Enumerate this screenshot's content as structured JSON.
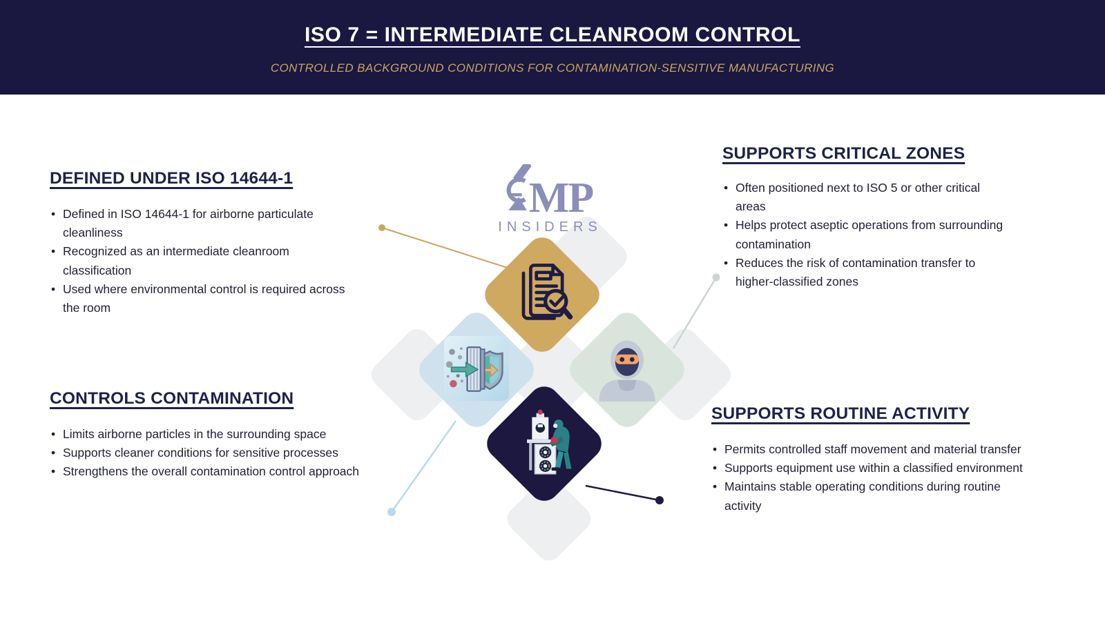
{
  "header": {
    "title": "ISO 7 = INTERMEDIATE CLEANROOM CONTROL",
    "subtitle": "CONTROLLED BACKGROUND CONDITIONS FOR CONTAMINATION-SENSITIVE MANUFACTURING",
    "colors": {
      "background": "#1a1740",
      "title": "#ffffff",
      "subtitle": "#c9a55e"
    }
  },
  "logo": {
    "brand_main": "MP",
    "brand_sub": "INSIDERS",
    "color": "#8b8eb8",
    "icon": "microscope-icon"
  },
  "sections": [
    {
      "title": "DEFINED UNDER ISO 14644-1",
      "bullets": [
        "Defined in ISO 14644-1 for airborne particulate cleanliness",
        "Recognized as an intermediate cleanroom classification",
        "Used where environmental control is required across the room"
      ]
    },
    {
      "title": "SUPPORTS CRITICAL ZONES",
      "bullets": [
        "Often positioned next to ISO 5 or other critical areas",
        "Helps protect aseptic operations from surrounding contamination",
        "Reduces the risk of contamination transfer to higher-classified zones"
      ]
    },
    {
      "title": "CONTROLS CONTAMINATION",
      "bullets": [
        "Limits airborne particles in the surrounding space",
        "Supports cleaner conditions for sensitive processes",
        "Strengthens the overall contamination control approach"
      ]
    },
    {
      "title": "SUPPORTS ROUTINE ACTIVITY",
      "bullets": [
        "Permits controlled staff movement and material transfer",
        "Supports equipment use within a classified environment",
        "Maintains stable operating conditions during routine activity"
      ]
    }
  ],
  "diamonds": [
    {
      "name": "document-review",
      "color": "#cfa95f",
      "icon": "document-check-icon"
    },
    {
      "name": "air-filtration",
      "color": "#cfe1ec",
      "icon": "air-filter-icon"
    },
    {
      "name": "gowned-operator",
      "color": "#d9e5dc",
      "icon": "cleanroom-operator-icon"
    },
    {
      "name": "equipment-operation",
      "color": "#1c1840",
      "icon": "equipment-technician-icon"
    }
  ],
  "connector_colors": {
    "defined": "#c9a55e",
    "critical": "#ccd5cf",
    "controls": "#b9d9ec",
    "routine": "#1e1b45"
  },
  "text_colors": {
    "heading": "#1e2147",
    "body": "#1e1f33"
  }
}
